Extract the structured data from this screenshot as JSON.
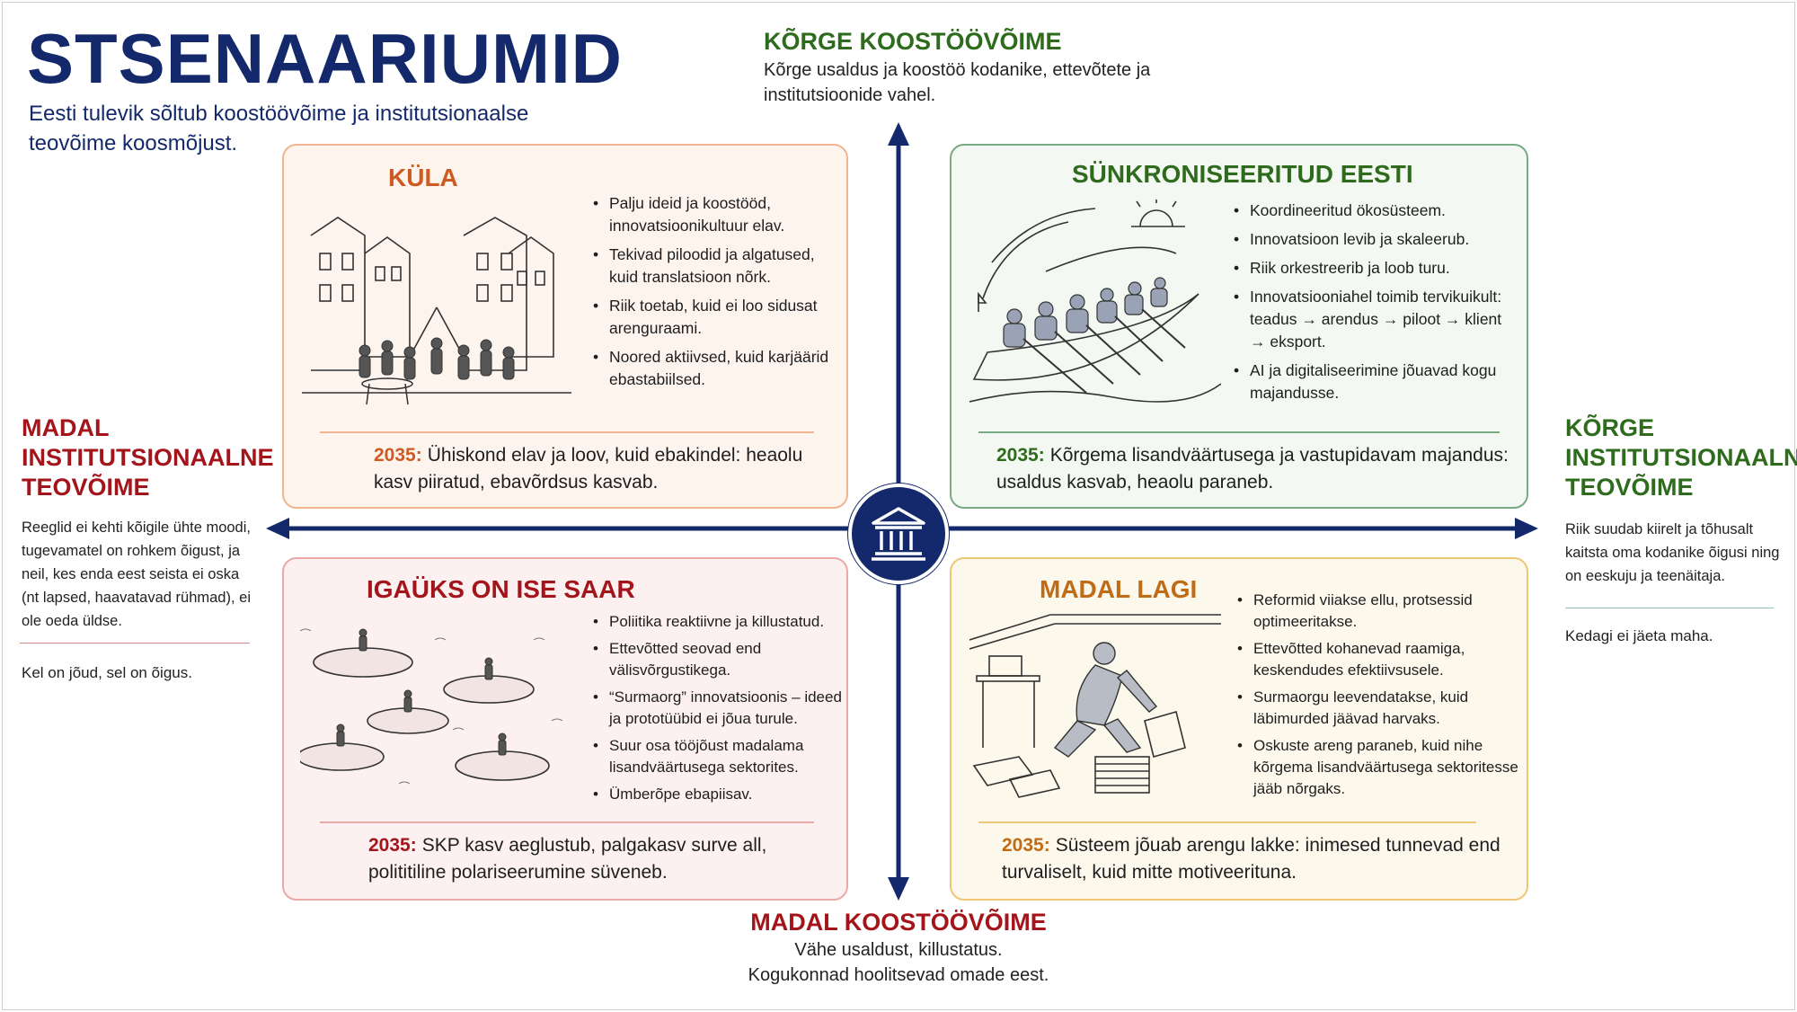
{
  "title": "STSENAARIUMID",
  "subtitle": "Eesti tulevik sõltub koostöövõime ja institutsionaalse teovõime koosmõjust.",
  "axes": {
    "top": {
      "heading": "KÕRGE KOOSTÖÖVÕIME",
      "text": "Kõrge usaldus ja koostöö kodanike, ettevõtete ja institutsioonide vahel."
    },
    "bottom": {
      "heading": "MADAL KOOSTÖÖVÕIME",
      "text_line1": "Vähe usaldust, killustatus.",
      "text_line2": "Kogukonnad hoolitsevad omade eest."
    },
    "left": {
      "heading": "MADAL INSTITUTSIONAALNE TEOVÕIME",
      "text": "Reeglid ei kehti kõigile ühte moodi, tugevamatel on rohkem õigust, ja neil, kes enda eest seista ei oska (nt lapsed, haavatavad rühmad), ei ole oeda üldse.",
      "note": "Kel on jõud, sel on õigus."
    },
    "right": {
      "heading": "KÕRGE INSTITUTSIONAALNE TEOVÕIME",
      "text": "Riik suudab kiirelt ja tõhusalt kaitsta oma kodanike õigusi ning on eeskuju ja teenäitaja.",
      "note": "Kedagi ei jäeta maha."
    }
  },
  "scenarios": {
    "kula": {
      "title": "KÜLA",
      "bullets": [
        "Palju ideid ja koostööd, innovatsioonikultuur elav.",
        "Tekivad piloodid ja algatused, kuid translatsioon nõrk.",
        "Riik toetab, kuid ei loo sidusat arenguraami.",
        "Noored aktiivsed, kuid karjäärid ebastabiilsed."
      ],
      "year": "2035:",
      "outcome": "Ühiskond elav ja loov, kuid ebakindel: heaolu kasv piiratud, ebavõrdsus kasvab."
    },
    "sync": {
      "title": "SÜNKRONISEERITUD EESTI",
      "bullets": [
        "Koordineeritud ökosüsteem.",
        "Innovatsioon levib ja skaleerub.",
        "Riik orkestreerib ja loob turu.",
        "Innovatsiooniahel toimib tervikuikult: teadus → arendus → piloot → klient → eksport.",
        "AI ja digitaliseerimine jõuavad kogu majandusse."
      ],
      "year": "2035:",
      "outcome": "Kõrgema lisandväärtusega ja vastupidavam majandus: usaldus kasvab, heaolu paraneb."
    },
    "saar": {
      "title": "IGAÜKS ON ISE SAAR",
      "bullets": [
        "Poliitika reaktiivne ja killustatud.",
        "Ettevõtted seovad end välisvõrgustikega.",
        "“Surmaorg” innovatsioonis – ideed ja prototüübid ei jõua turule.",
        "Suur osa tööjõust madalama lisandväärtusega sektorites.",
        "Ümberõpe ebapiisav."
      ],
      "year": "2035:",
      "outcome": "SKP kasv aeglustub, palgakasv surve all, polititiline polariseerumine süveneb."
    },
    "lagi": {
      "title": "MADAL LAGI",
      "bullets": [
        "Reformid viiakse ellu, protsessid optimeeritakse.",
        "Ettevõtted kohanevad raamiga, keskendudes efektiivsusele.",
        "Surmaorgu leevendatakse, kuid läbimurded jäävad harvaks.",
        "Oskuste areng paraneb, kuid nihe kõrgema lisandväärtusega sektoritesse jääb nõrgaks."
      ],
      "year": "2035:",
      "outcome": "Süsteem jõuab arengu lakke: inimesed tunnevad end turvaliselt, kuid mitte motiveerituna."
    }
  },
  "icons": {
    "center": "institution-building-icon"
  },
  "colors": {
    "navy": "#14296b",
    "green": "#2e6b1d",
    "red": "#a4151b",
    "orange": "#cf5a21",
    "amber": "#c06b16"
  }
}
